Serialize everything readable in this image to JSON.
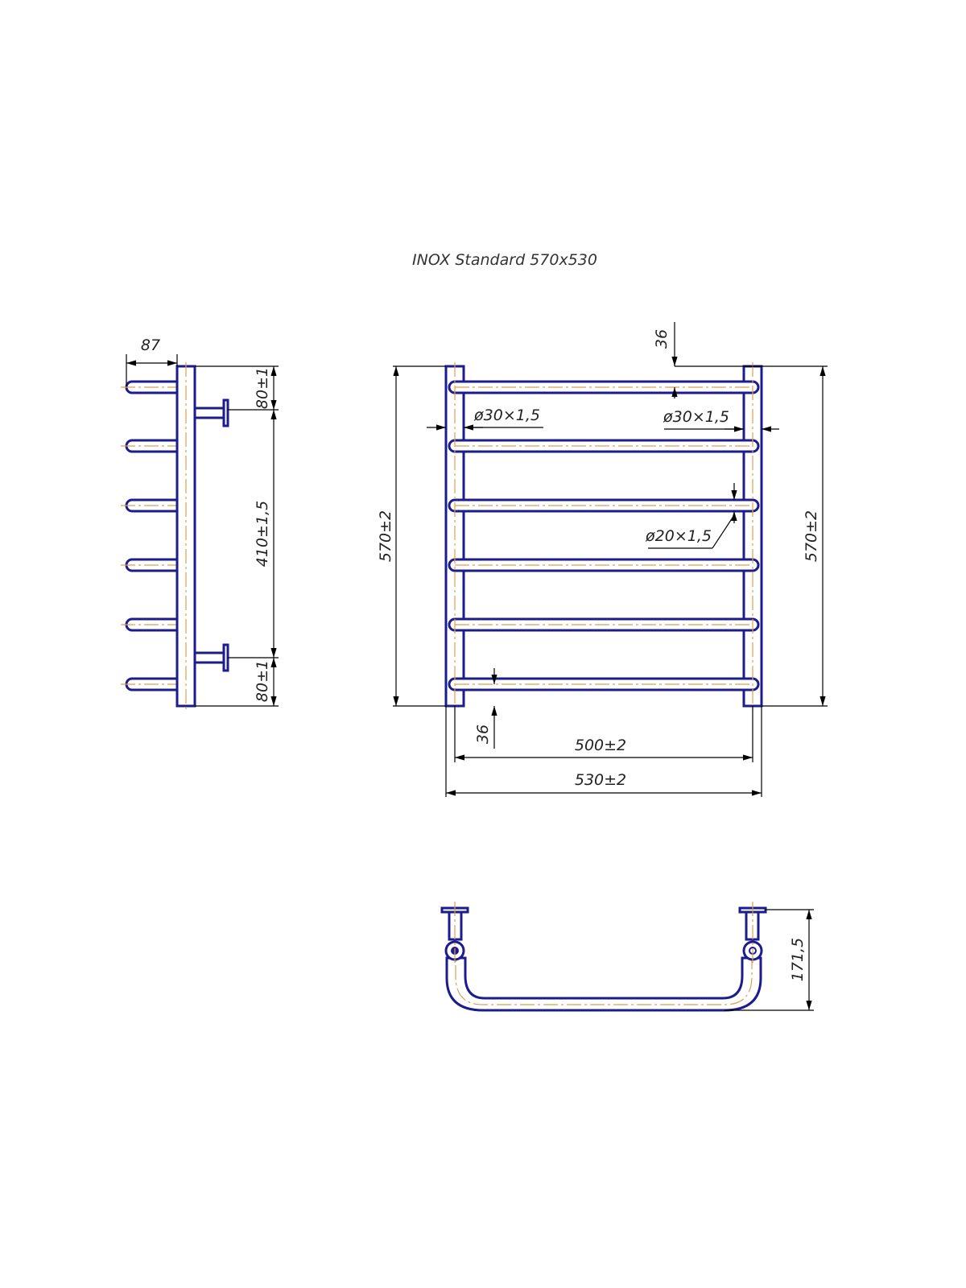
{
  "title": "INOX Standard 570x530",
  "side_view": {
    "depth": "87",
    "top_offset": "80±1",
    "mount_spacing": "410±1,5",
    "bottom_offset": "80±1"
  },
  "front_view": {
    "height_left": "570±2",
    "height_right": "570±2",
    "top_bar_offset": "36",
    "bottom_bar_offset": "36",
    "post_pipe_left": "ø30×1,5",
    "post_pipe_right": "ø30×1,5",
    "rung_pipe": "ø20×1,5",
    "inner_width": "500±2",
    "outer_width": "530±2"
  },
  "top_view": {
    "depth": "171,5"
  },
  "colors": {
    "part": "#1c1c8f",
    "centerline": "#d9a050",
    "dimension": "#000000"
  }
}
